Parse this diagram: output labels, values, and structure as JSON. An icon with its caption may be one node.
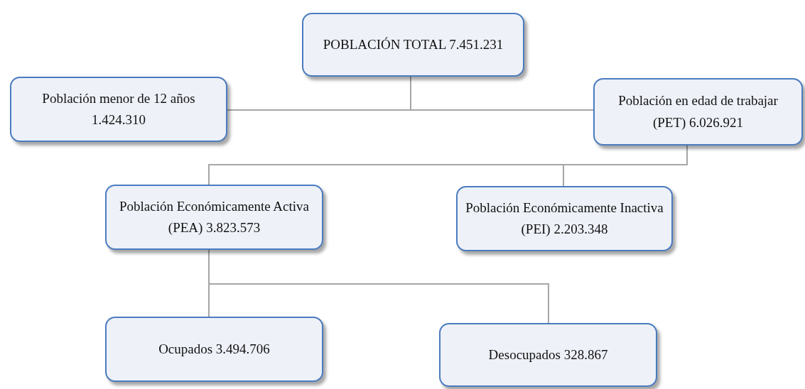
{
  "diagram": {
    "nodes": [
      {
        "text": [
          "POBLACIÓN TOTAL 7.451.231"
        ]
      },
      {
        "text": [
          "Población menor de 12 años 1.424.310"
        ]
      },
      {
        "text": [
          "Población en edad de trabajar (PET) 6.026.921"
        ]
      },
      {
        "text": [
          "Población Económicamente Activa (PEA) 3.823.573"
        ]
      },
      {
        "text": [
          "Población Económicamente Inactiva (PEI) 2.203.348"
        ]
      },
      {
        "text": [
          "Ocupados 3.494.706"
        ]
      },
      {
        "text": [
          "Desocupados 328.867"
        ]
      }
    ],
    "edges": [
      {
        "from": 0,
        "to": 1,
        "arrow": "none"
      },
      {
        "from": 0,
        "to": 2,
        "arrow": "none"
      },
      {
        "from": 2,
        "to": 3,
        "arrow": "none"
      },
      {
        "from": 2,
        "to": 4,
        "arrow": "none"
      },
      {
        "from": 3,
        "to": 5,
        "arrow": "none"
      },
      {
        "from": 3,
        "to": 6,
        "arrow": "none"
      }
    ]
  }
}
